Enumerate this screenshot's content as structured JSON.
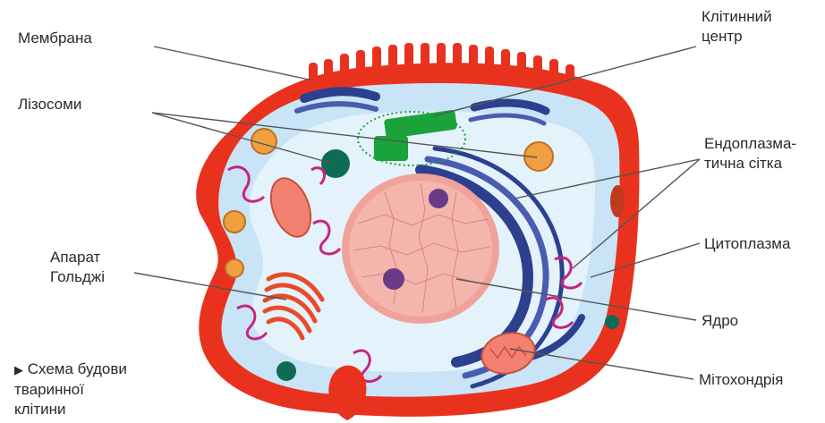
{
  "labels": {
    "membrane": "Мембрана",
    "lysosomes": "Лізосоми",
    "golgi_line1": "Апарат",
    "golgi_line2": "Гольджі",
    "cell_center_line1": "Клітинний",
    "cell_center_line2": "центр",
    "er_line1": "Ендоплазма-",
    "er_line2": "тична сітка",
    "cytoplasm": "Цитоплазма",
    "nucleus": "Ядро",
    "mitochondria": "Мітохондрія"
  },
  "caption": {
    "marker": "▶",
    "line1": "Схема будови",
    "line2": "тваринної",
    "line3": "клітини"
  },
  "colors": {
    "membrane": "#e8321e",
    "cytoplasm": "#c8e4f6",
    "nucleus": "#f0a29a",
    "nucleolus": "#6b3a86",
    "er": "#2d3f8f",
    "golgi": "#e84a2a",
    "lysosome": "#0f6b55",
    "cell_center": "#1aa33a",
    "vesicle": "#d4237f",
    "leader_line": "#555555"
  }
}
